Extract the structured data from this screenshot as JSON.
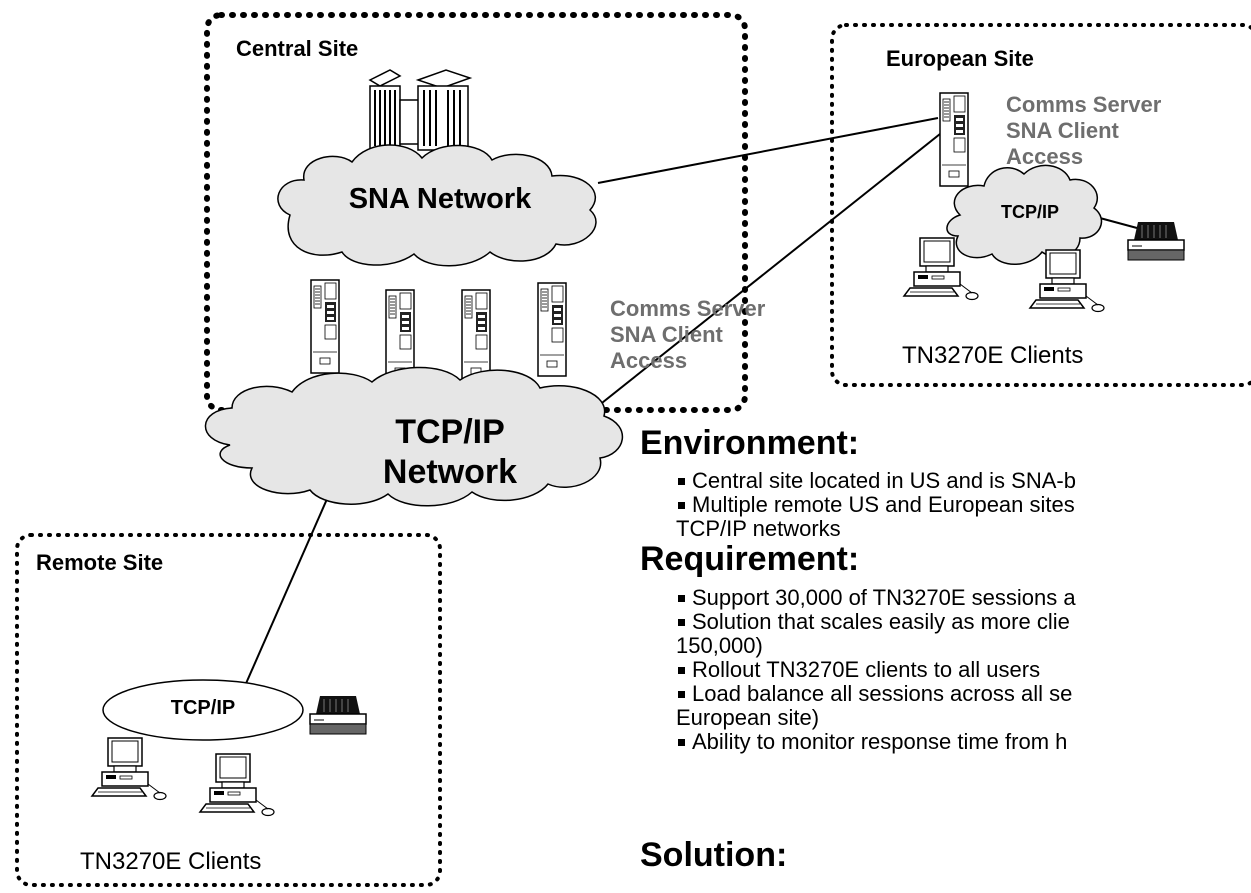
{
  "central_site": {
    "title": "Central Site",
    "sna_network": "SNA Network",
    "comms_server": [
      "Comms Server",
      "SNA Client",
      "Access"
    ]
  },
  "tcpip_network": [
    "TCP/IP",
    "Network"
  ],
  "european_site": {
    "title": "European Site",
    "comms_server": [
      "Comms Server",
      "SNA Client",
      "Access"
    ],
    "tcpip": "TCP/IP",
    "clients": "TN3270E Clients"
  },
  "remote_site": {
    "title": "Remote Site",
    "tcpip": "TCP/IP",
    "clients": "TN3270E Clients"
  },
  "environment": {
    "heading": "Environment:",
    "items": [
      "Central site located in US and is SNA-b",
      "Multiple remote US and European sites"
    ],
    "item2_cont": "TCP/IP networks"
  },
  "requirement": {
    "heading": "Requirement:",
    "items": [
      "Support 30,000 of TN3270E sessions a",
      "Solution that scales easily as more clie",
      "Rollout TN3270E clients to all users",
      "Load balance all sessions across all se",
      "Ability to monitor response time from h"
    ],
    "item2_cont": "150,000)",
    "item4_cont": "European site)"
  },
  "solution": {
    "heading": "Solution:"
  }
}
